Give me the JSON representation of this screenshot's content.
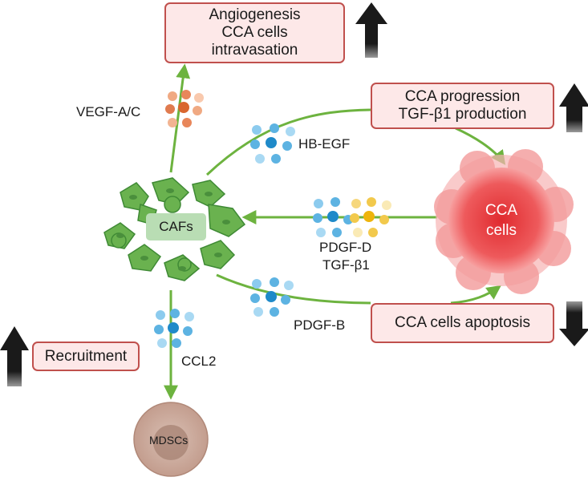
{
  "boxes": {
    "angiogenesis": [
      "Angiogenesis",
      "CCA cells",
      "intravasation"
    ],
    "progression": [
      "CCA progression",
      "TGF-β1 production"
    ],
    "apoptosis": [
      "CCA cells apoptosis"
    ],
    "recruitment": [
      "Recruitment"
    ]
  },
  "labels": {
    "vegf": "VEGF-A/C",
    "hbegf": "HB-EGF",
    "pdgfd": "PDGF-D",
    "tgfb1": "TGF-β1",
    "pdgfb": "PDGF-B",
    "ccl2": "CCL2"
  },
  "cells": {
    "cafs": "CAFs",
    "cca": [
      "CCA",
      "cells"
    ],
    "mdscs": "MDSCs"
  },
  "trends": {
    "angiogenesis": "up",
    "progression": "up",
    "apoptosis": "down",
    "recruitment": "up"
  },
  "colors": {
    "arrow_green": "#6db33f",
    "box_border": "#c0504d",
    "box_fill": "#fde8e8",
    "trend_arrow": "#1a1a1a",
    "vegf_dots": "#e07b4f",
    "cytokine_blue": "#3a9fd8",
    "tgf_yellow": "#f2c94c",
    "caf_green": "#6ab24f",
    "cca_red": "#e8474a",
    "mdsc_tan": "#c9a89a"
  }
}
